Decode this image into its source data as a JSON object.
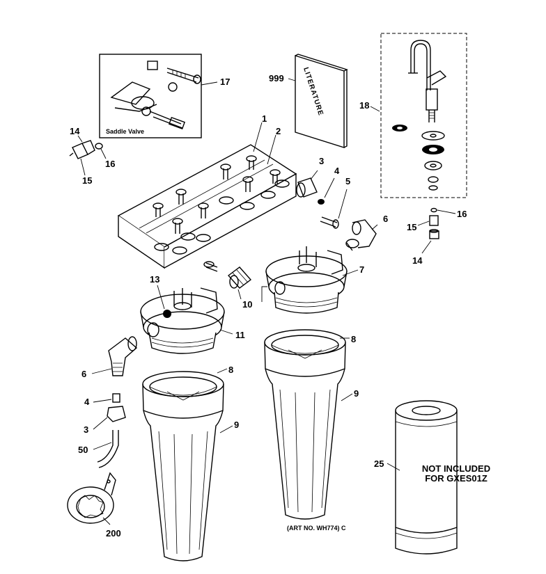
{
  "labels": {
    "n1": "1",
    "n2": "2",
    "n3a": "3",
    "n4a": "4",
    "n5": "5",
    "n6a": "6",
    "n6b": "6",
    "n7": "7",
    "n8a": "8",
    "n8b": "8",
    "n9a": "9",
    "n9b": "9",
    "n10": "10",
    "n11": "11",
    "n13": "13",
    "n14a": "14",
    "n14b": "14",
    "n15a": "15",
    "n15b": "15",
    "n16a": "16",
    "n16b": "16",
    "n17": "17",
    "n18": "18",
    "n25": "25",
    "n50": "50",
    "n200": "200",
    "n999": "999",
    "n3b": "3",
    "n4b": "4"
  },
  "saddle_valve_caption": "Saddle Valve",
  "literature_text": "LITERATURE",
  "note_line1": "NOT INCLUDED",
  "note_line2": "FOR GXES01Z",
  "art_number": "(ART NO. WH774) C",
  "colors": {
    "ink": "#000000",
    "paper": "#ffffff"
  }
}
